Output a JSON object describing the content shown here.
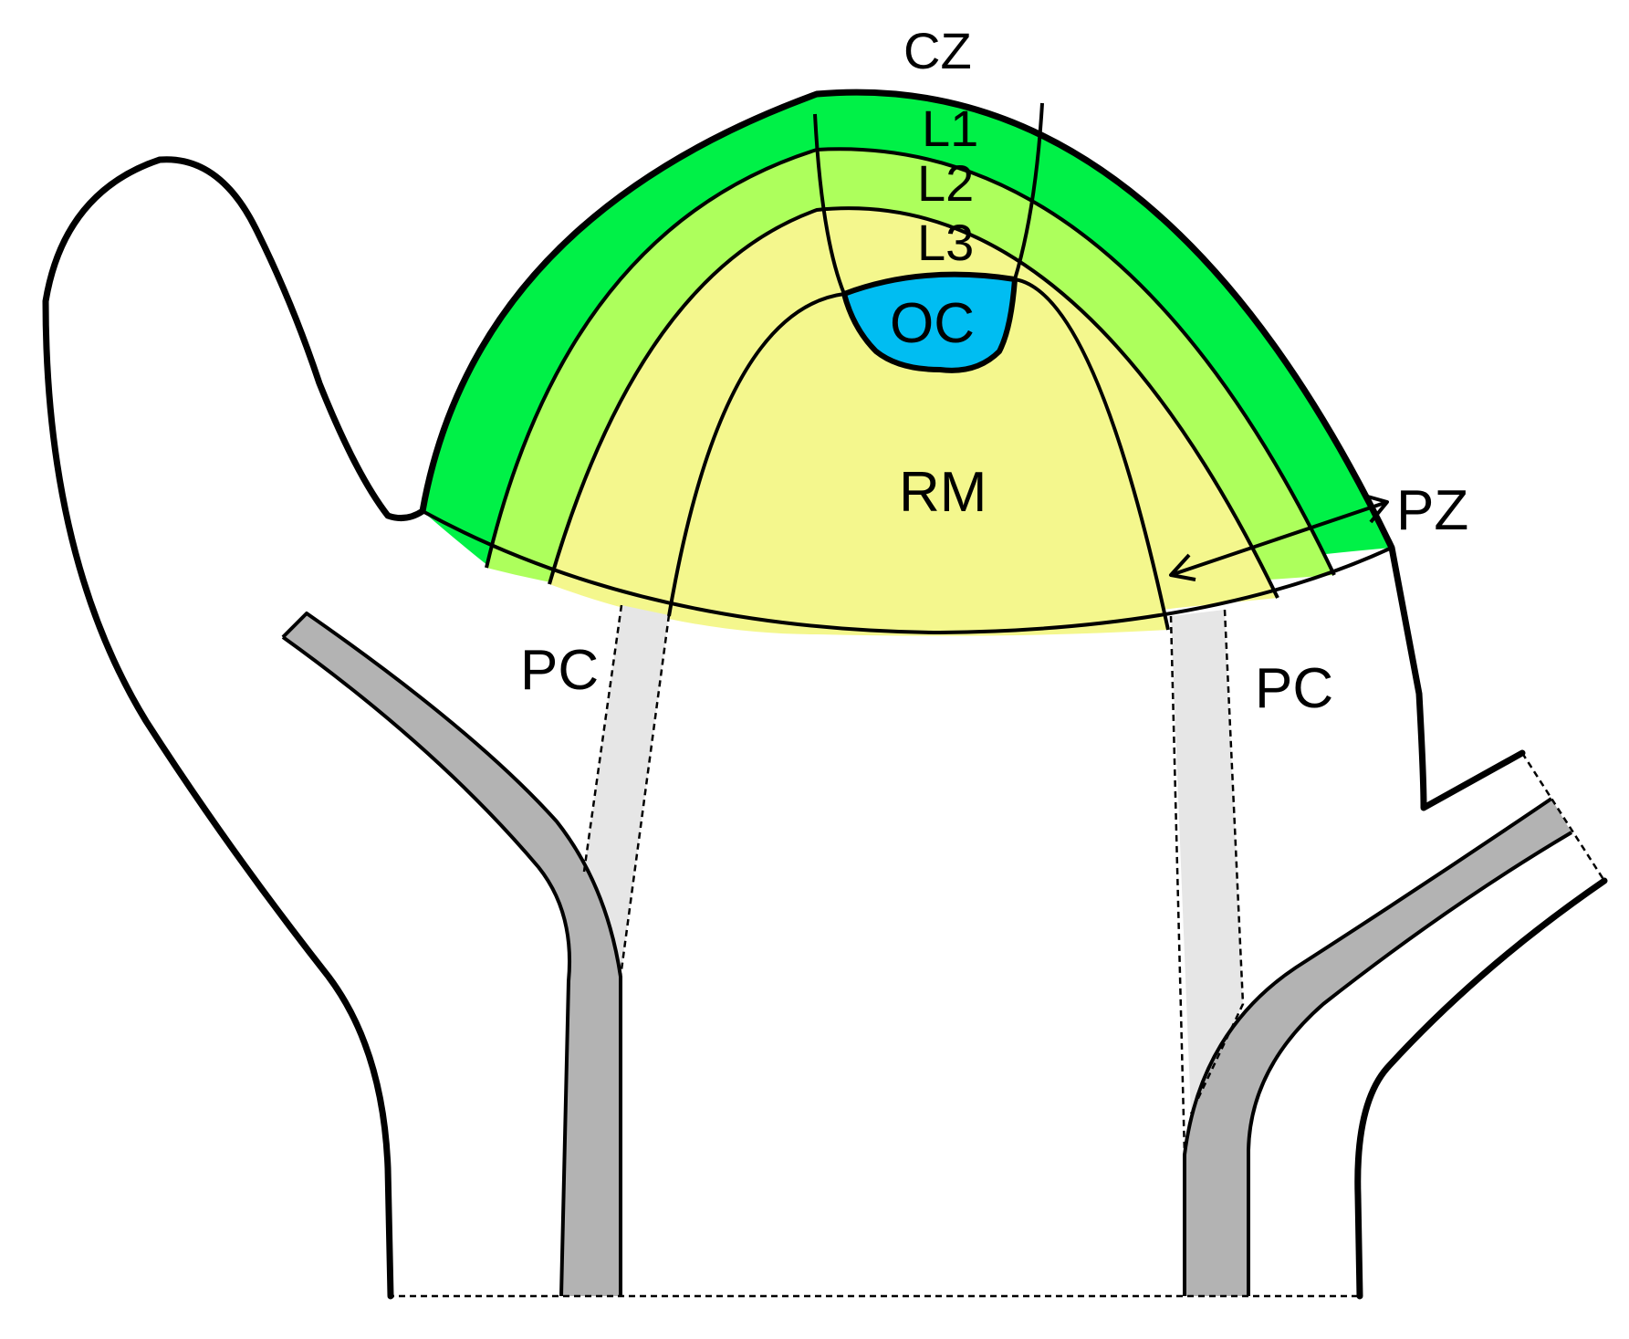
{
  "colors": {
    "l1": "#00f147",
    "l2": "#adff5c",
    "l3": "#f4f78d",
    "oc": "#00bdf2",
    "vascular": "#b3b3b3",
    "pc_region": "#e6e6e6",
    "outline": "#000000",
    "background": "#ffffff"
  },
  "labels": {
    "cz": "CZ",
    "l1": "L1",
    "l2": "L2",
    "l3": "L3",
    "oc": "OC",
    "rm": "RM",
    "pz": "PZ",
    "pc_left": "PC",
    "pc_right": "PC"
  }
}
